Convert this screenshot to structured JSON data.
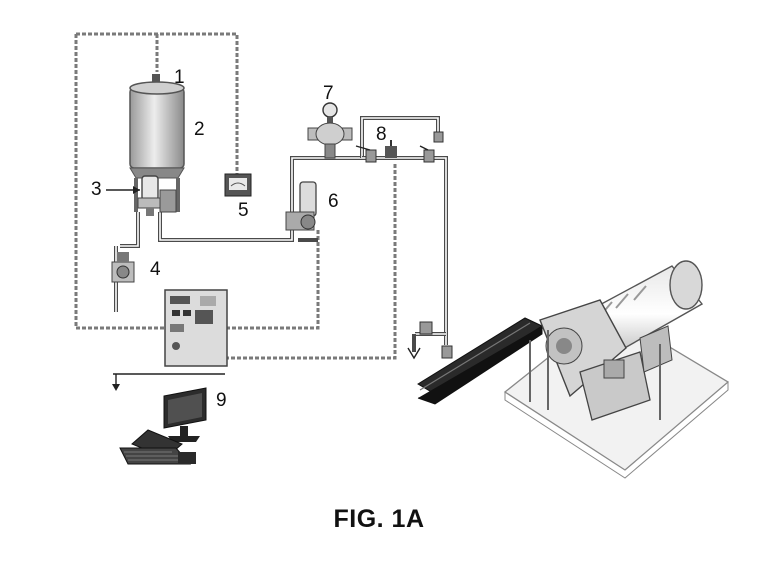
{
  "figure": {
    "caption": "FIG. 1A",
    "labels": {
      "l1": "1",
      "l2": "2",
      "l3": "3",
      "l4": "4",
      "l5": "5",
      "l6": "6",
      "l7": "7",
      "l8": "8",
      "l9": "9"
    }
  }
}
